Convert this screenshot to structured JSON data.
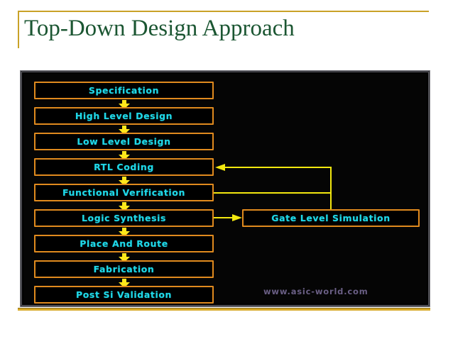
{
  "slide": {
    "title": "Top-Down Design Approach",
    "title_color": "#1b5632",
    "rule_color": "#c9a227",
    "background": "#ffffff"
  },
  "diagram": {
    "background": "#000000",
    "frame_color": "#7e7e85",
    "node_border_color": "#e08a1e",
    "node_text_color": "#1fd8e8",
    "arrow_color": "#ffe81b",
    "wire_color": "#f3e80f",
    "watermark": "www.asic-world.com",
    "watermark_color": "#6a5f85",
    "flow_nodes": [
      {
        "id": "specification",
        "label": "Specification"
      },
      {
        "id": "high-level-design",
        "label": "High Level Design"
      },
      {
        "id": "low-level-design",
        "label": "Low Level Design"
      },
      {
        "id": "rtl-coding",
        "label": "RTL Coding"
      },
      {
        "id": "functional-verification",
        "label": "Functional Verification"
      },
      {
        "id": "logic-synthesis",
        "label": "Logic Synthesis"
      },
      {
        "id": "place-and-route",
        "label": "Place And Route"
      },
      {
        "id": "fabrication",
        "label": "Fabrication"
      },
      {
        "id": "post-si-validation",
        "label": "Post Si Validation"
      }
    ],
    "side_nodes": [
      {
        "id": "gate-level-simulation",
        "label": "Gate Level Simulation"
      }
    ],
    "connections": [
      {
        "from": "specification",
        "to": "high-level-design",
        "style": "down-arrow"
      },
      {
        "from": "high-level-design",
        "to": "low-level-design",
        "style": "down-arrow"
      },
      {
        "from": "low-level-design",
        "to": "rtl-coding",
        "style": "down-arrow"
      },
      {
        "from": "rtl-coding",
        "to": "functional-verification",
        "style": "down-arrow"
      },
      {
        "from": "functional-verification",
        "to": "logic-synthesis",
        "style": "down-arrow"
      },
      {
        "from": "logic-synthesis",
        "to": "place-and-route",
        "style": "down-arrow"
      },
      {
        "from": "place-and-route",
        "to": "fabrication",
        "style": "down-arrow"
      },
      {
        "from": "fabrication",
        "to": "post-si-validation",
        "style": "down-arrow"
      },
      {
        "from": "logic-synthesis",
        "to": "gate-level-simulation",
        "style": "right-arrow"
      },
      {
        "from": "gate-level-simulation",
        "to": "rtl-coding",
        "style": "feedback-loop"
      },
      {
        "from": "gate-level-simulation",
        "to": "functional-verification",
        "style": "feedback-branch"
      }
    ]
  }
}
